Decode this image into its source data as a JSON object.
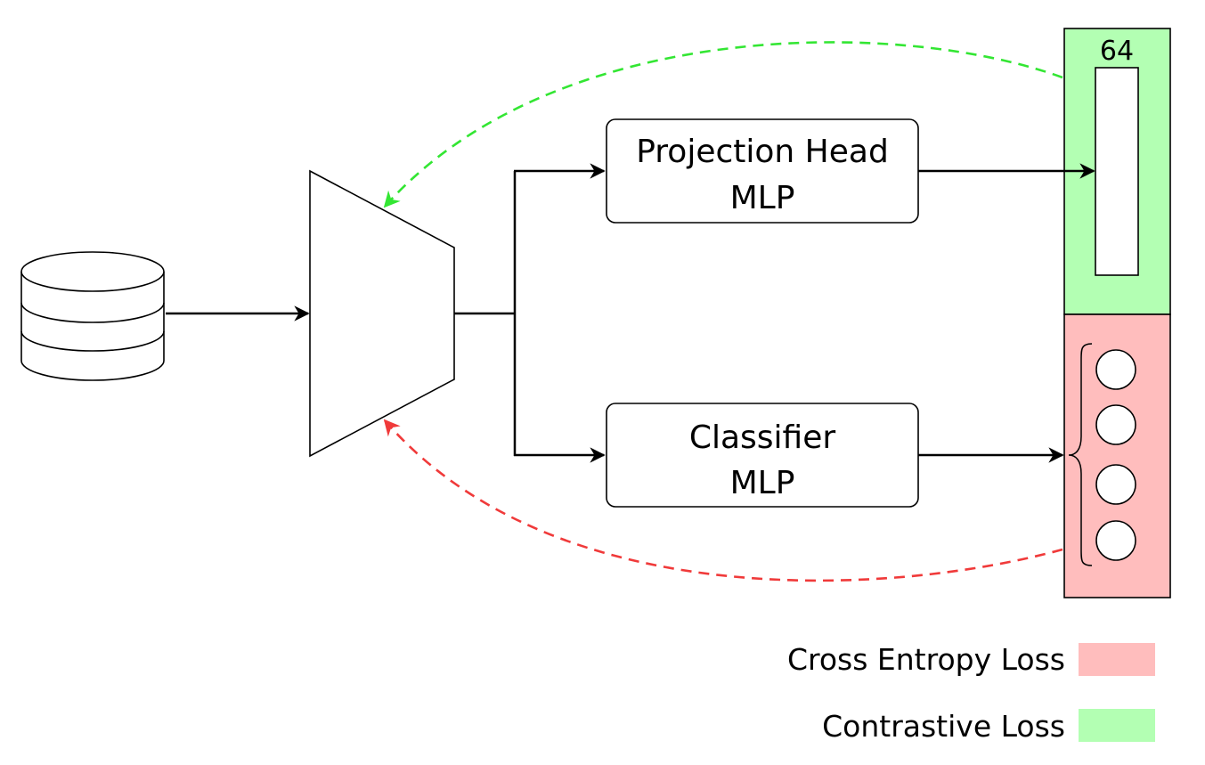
{
  "projection_head": {
    "line1": "Projection Head",
    "line2": "MLP"
  },
  "classifier": {
    "line1": "Classifier",
    "line2": "MLP"
  },
  "embedding": {
    "dimension": "64"
  },
  "output_nodes": {
    "count": 4
  },
  "legend": [
    {
      "label": "Cross Entropy Loss",
      "color": "#ffbdbd"
    },
    {
      "label": "Contrastive Loss",
      "color": "#b3ffb3"
    }
  ],
  "colors": {
    "contrastive_region": "#b3ffb3",
    "cross_entropy_region": "#ffbdbd",
    "contrastive_feedback": "#33e633",
    "cross_entropy_feedback": "#f03a3a"
  },
  "icons": {
    "dataset": "database-icon",
    "encoder": "encoder-trapezoid-icon"
  }
}
